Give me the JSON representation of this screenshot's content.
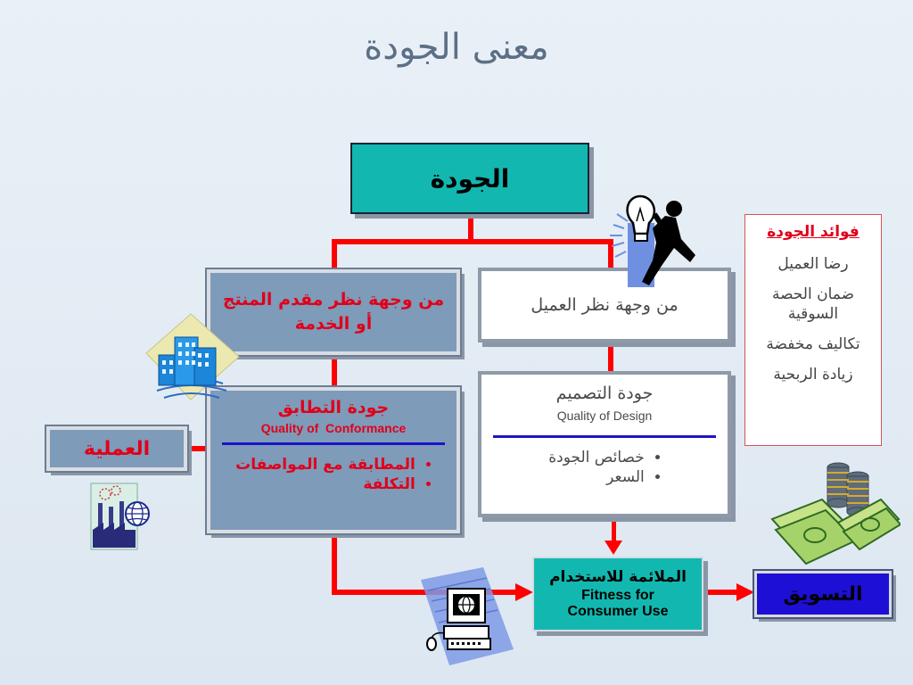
{
  "title": "معنى الجودة",
  "quality_box": "الجودة",
  "producer_view": "من وجهة نظر مقدم المنتج أو الخدمة",
  "customer_view": "من وجهة نظر العميل",
  "conformance": {
    "title_ar": "جودة التطابق",
    "title_en": "Quality of  Conformance",
    "items": [
      "المطابقة مع المواصفات",
      "التكلفة"
    ]
  },
  "design": {
    "title_ar": "جودة التصميم",
    "title_en": "Quality of Design",
    "items": [
      "خصائص الجودة",
      "السعر"
    ]
  },
  "process_box": "العملية",
  "fitness": {
    "title_ar": "الملائمة للاستخدام",
    "title_en_1": "Fitness for",
    "title_en_2": "Consumer Use"
  },
  "marketing_box": "التسويق",
  "benefits": {
    "heading": "فوائد الجودة",
    "items": [
      "رضا العميل",
      "ضمان الحصة السوقية",
      "تكاليف مخفضة",
      "زيادة الربحية"
    ]
  },
  "icons": [
    "lightbulb-person-icon",
    "buildings-icon",
    "factory-globe-icon",
    "money-coins-icon",
    "computer-globe-icon"
  ],
  "colors": {
    "teal": "#12b8b0",
    "steel": "#7e9bb9",
    "blue": "#1e0fd6",
    "connector": "#ff0000",
    "title": "#5c6f86"
  }
}
